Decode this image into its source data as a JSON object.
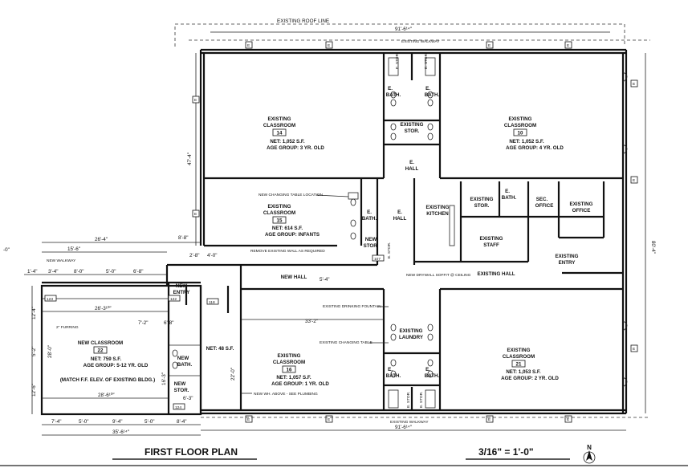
{
  "drawing_title": "FIRST FLOOR PLAN",
  "scale": "3/16\" =   1'-0\"",
  "north_label": "N",
  "top": {
    "roof_line": "EXISTING ROOF LINE",
    "overall_dim": "91'-6¹⁴″",
    "walkway": "EXISTING WALKWAY"
  },
  "bottom": {
    "walkway": "EXISTING WALKWAY",
    "overall_dim": "91'-6¹⁴″",
    "left_dim": "35'-6¹⁴″"
  },
  "side_dims": {
    "left_47": "47'-4\"",
    "right_80": "80'-4\""
  },
  "rooms": {
    "c14": {
      "l1": "EXISTING",
      "l2": "CLASSROOM",
      "num": "14",
      "net": "NET: 1,052 S.F.",
      "age": "AGE GROUP: 3 YR. OLD"
    },
    "c10": {
      "l1": "EXISTING",
      "l2": "CLASSROOM",
      "num": "10",
      "net": "NET: 1,052 S.F.",
      "age": "AGE GROUP: 4 YR. OLD"
    },
    "c15": {
      "l1": "EXISTING",
      "l2": "CLASSROOM",
      "num": "15",
      "net": "NET: 614 S.F.",
      "age": "AGE GROUP: INFANTS"
    },
    "c16": {
      "l1": "EXISTING",
      "l2": "CLASSROOM",
      "num": "16",
      "net": "NET: 1,057 S.F.",
      "age": "AGE GROUP: 1 YR. OLD"
    },
    "c21": {
      "l1": "EXISTING",
      "l2": "CLASSROOM",
      "num": "21",
      "net": "NET: 1,053 S.F.",
      "age": "AGE GROUP: 2 YR. OLD"
    },
    "c22": {
      "l1": "NEW CLASSROOM",
      "num": "22",
      "net": "NET: 759 S.F.",
      "age": "AGE GROUP: 5-12 YR. OLD",
      "note": "(MATCH F.F. ELEV. OF EXISTING BLDG.)"
    }
  },
  "labels": {
    "e_stor": "E. STOR.",
    "e_bath": "E.",
    "bath": "BATH.",
    "existing": "EXISTING",
    "stor": "STOR.",
    "e_hall": "E.",
    "hall": "HALL",
    "kitchen": "KITCHEN",
    "staff": "STAFF",
    "sec": "SEC.",
    "office": "OFFICE",
    "entry": "ENTRY",
    "existing_hall": "EXISTING HALL",
    "new_hall": "NEW HALL",
    "new_entry1": "NEW",
    "new_entry2": "ENTRY",
    "new_stor1": "NEW",
    "new_stor2": "STOR.",
    "new_bath1": "NEW",
    "new_bath2": "BATH.",
    "laundry": "LAUNDRY",
    "new_walkway": "NEW WALKWAY",
    "net48": "NET: 48 S.F.",
    "e_stor2": "E. STOR."
  },
  "notes": {
    "changing_table_loc": "NEW CHANGING TABLE LOCATION",
    "remove_wall": "REMOVE EXISTING WALL AS REQUIRED",
    "drywall": "NEW DRYWALL SOFFIT @ CEILING",
    "drinking": "EXISTING DRINKING FOUNTAIN",
    "changing_table": "EXISTING CHANGING TABLE",
    "furring": "2\" FURRING",
    "new_wh": "NEW WH. ABOVE - SEE PLUMBING"
  },
  "dims": {
    "d15_6": "15'-6\"",
    "d26_4": "26'-4\"",
    "d0": "-0\"",
    "d1_4": "1'-4\"",
    "d3_4": "3'-4\"",
    "d8_0": "8'-0\"",
    "d5_0": "5'-0\"",
    "d6_8": "6'-8\"",
    "d8_8": "8'-8\"",
    "d26_3": "26'-3¹⁰″",
    "d12_4": "12'-4\"",
    "d28_0": "28'-0\"",
    "d5_2": "5'-2\"",
    "d12_6": "12'-6\"",
    "d28_6": "28'-6¹⁰″",
    "d7_4": "7'-4\"",
    "d9_4": "9'-4\"",
    "d8_4": "8'-4\"",
    "d33_2": "33'-2\"",
    "d22_0": "22'-0\"",
    "d16_3": "16'-3\"",
    "d6_3": "6'-3\"",
    "d4_0": "4'-0\"",
    "d2_8": "2'-8\"",
    "d5_4": "5'-4\"",
    "d7_2": "7'-2\"",
    "d6_8b": "6'-8\""
  },
  "tags": {
    "t122": "122",
    "t123": "123",
    "t124": "124",
    "t118": "118",
    "t107": "107",
    "t115": "115",
    "e": "E"
  }
}
